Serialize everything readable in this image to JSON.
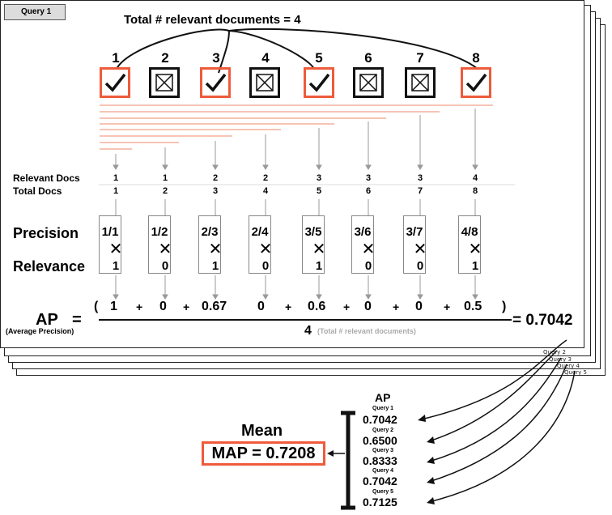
{
  "title": "Total # relevant documents = 4",
  "query_label": "Query 1",
  "stack_labels": [
    "Query 2",
    "Query 3",
    "Query 4",
    "Query 5"
  ],
  "documents": [
    {
      "rank": "1",
      "relevant": true,
      "rel_docs": "1",
      "total_docs": "1",
      "precision": "1/1",
      "relevance": "1",
      "value": "1"
    },
    {
      "rank": "2",
      "relevant": false,
      "rel_docs": "1",
      "total_docs": "2",
      "precision": "1/2",
      "relevance": "0",
      "value": "0"
    },
    {
      "rank": "3",
      "relevant": true,
      "rel_docs": "2",
      "total_docs": "3",
      "precision": "2/3",
      "relevance": "1",
      "value": "0.67"
    },
    {
      "rank": "4",
      "relevant": false,
      "rel_docs": "2",
      "total_docs": "4",
      "precision": "2/4",
      "relevance": "0",
      "value": "0"
    },
    {
      "rank": "5",
      "relevant": true,
      "rel_docs": "3",
      "total_docs": "5",
      "precision": "3/5",
      "relevance": "1",
      "value": "0.6"
    },
    {
      "rank": "6",
      "relevant": false,
      "rel_docs": "3",
      "total_docs": "6",
      "precision": "3/6",
      "relevance": "0",
      "value": "0"
    },
    {
      "rank": "7",
      "relevant": false,
      "rel_docs": "3",
      "total_docs": "7",
      "precision": "3/7",
      "relevance": "0",
      "value": "0"
    },
    {
      "rank": "8",
      "relevant": true,
      "rel_docs": "4",
      "total_docs": "8",
      "precision": "4/8",
      "relevance": "1",
      "value": "0.5"
    }
  ],
  "labels": {
    "relevant_docs": "Relevant Docs",
    "total_docs": "Total Docs",
    "precision": "Precision",
    "relevance": "Relevance",
    "ap": "AP",
    "equals": "=",
    "ap_full": "(Average Precision)",
    "multiply": "✕",
    "plus": "+",
    "open_paren": "(",
    "close_paren": ")"
  },
  "formula": {
    "denominator": "4",
    "denominator_note": "(Total # relevant documents)",
    "result": "= 0.7042"
  },
  "mean_section": {
    "mean_label": "Mean",
    "map_text": "MAP = 0.7208",
    "ap_header": "AP",
    "queries": [
      {
        "label": "Query 1",
        "ap": "0.7042"
      },
      {
        "label": "Query 2",
        "ap": "0.6500"
      },
      {
        "label": "Query 3",
        "ap": "0.8333"
      },
      {
        "label": "Query 4",
        "ap": "0.7042"
      },
      {
        "label": "Query 5",
        "ap": "0.7125"
      }
    ]
  },
  "colors": {
    "relevant": "#ef5b3b",
    "nonrelevant": "#111111",
    "note": "#aaaaaa"
  }
}
